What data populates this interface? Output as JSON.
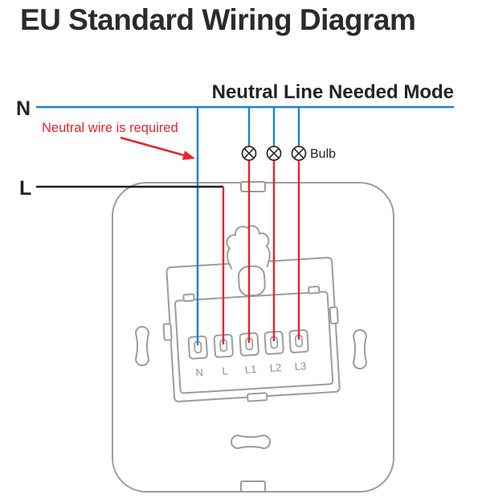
{
  "title": "EU Standard Wiring Diagram",
  "diagram": {
    "mode_label": "Neutral Line Needed Mode",
    "neutral_label": "N",
    "live_label": "L",
    "warning_text": "Neutral wire is required",
    "bulb_label": "Bulb",
    "terminals": [
      "N",
      "L",
      "L1",
      "L2",
      "L3"
    ]
  },
  "colors": {
    "neutral_wire": "#1b82d9",
    "live_wire": "#e8242b",
    "warning": "#e8242b",
    "l_line": "#1d1d1d",
    "bulb_icon": "#2e2e2e",
    "device_outline": "#9d9d9d",
    "text_dark": "#232323",
    "terminal_text": "#8f8f8f"
  }
}
